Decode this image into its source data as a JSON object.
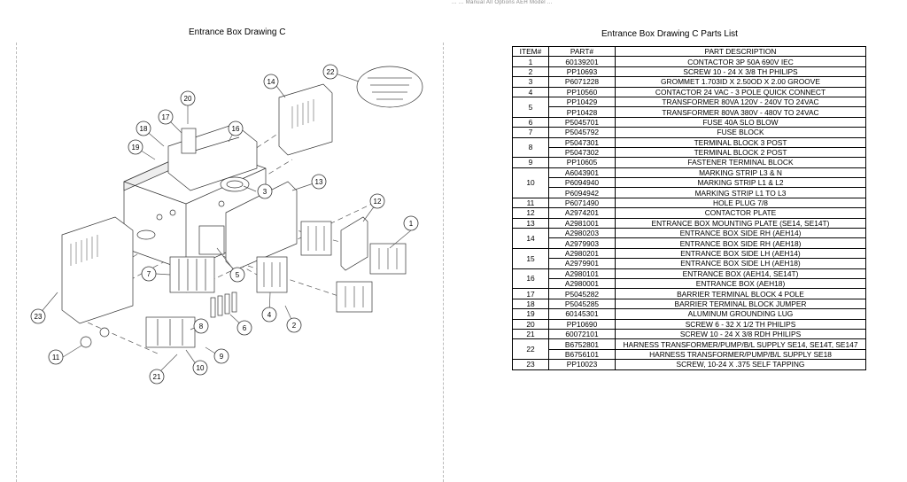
{
  "page": {
    "top_text": "... ... Manual All Options AEH Model ...",
    "drawing_title": "Entrance Box Drawing C",
    "parts_title": "Entrance Box Drawing C Parts List"
  },
  "balloons": [
    "1",
    "2",
    "3",
    "4",
    "5",
    "6",
    "7",
    "8",
    "9",
    "10",
    "11",
    "12",
    "13",
    "14",
    "16",
    "17",
    "18",
    "19",
    "20",
    "21",
    "22",
    "23"
  ],
  "table": {
    "headers": [
      "ITEM#",
      "PART#",
      "PART DESCRIPTION"
    ],
    "rows": [
      {
        "item": "1",
        "parts": [
          [
            "60139201",
            "CONTACTOR 3P 50A 690V IEC"
          ]
        ]
      },
      {
        "item": "2",
        "parts": [
          [
            "PP10693",
            "SCREW 10 - 24 X 3/8 TH PHILIPS"
          ]
        ]
      },
      {
        "item": "3",
        "parts": [
          [
            "P6071228",
            "GROMMET 1.703ID X 2.50OD X 2.00 GROOVE"
          ]
        ]
      },
      {
        "item": "4",
        "parts": [
          [
            "PP10560",
            "CONTACTOR 24 VAC - 3 POLE QUICK CONNECT"
          ]
        ]
      },
      {
        "item": "5",
        "parts": [
          [
            "PP10429",
            "TRANSFORMER 80VA 120V - 240V TO 24VAC"
          ],
          [
            "PP10428",
            "TRANSFORMER 80VA 380V - 480V TO 24VAC"
          ]
        ]
      },
      {
        "item": "6",
        "parts": [
          [
            "P5045701",
            "FUSE 40A SLO BLOW"
          ]
        ]
      },
      {
        "item": "7",
        "parts": [
          [
            "P5045792",
            "FUSE BLOCK"
          ]
        ]
      },
      {
        "item": "8",
        "parts": [
          [
            "P5047301",
            "TERMINAL BLOCK 3 POST"
          ],
          [
            "P5047302",
            "TERMINAL BLOCK 2 POST"
          ]
        ]
      },
      {
        "item": "9",
        "parts": [
          [
            "PP10605",
            "FASTENER TERMINAL BLOCK"
          ]
        ]
      },
      {
        "item": "10",
        "parts": [
          [
            "A6043901",
            "MARKING STRIP L3 & N"
          ],
          [
            "P6094940",
            "MARKING STRIP L1 & L2"
          ],
          [
            "P6094942",
            "MARKING STRIP L1 TO L3"
          ]
        ]
      },
      {
        "item": "11",
        "parts": [
          [
            "P6071490",
            "HOLE PLUG 7/8"
          ]
        ]
      },
      {
        "item": "12",
        "parts": [
          [
            "A2974201",
            "CONTACTOR PLATE"
          ]
        ]
      },
      {
        "item": "13",
        "parts": [
          [
            "A2981001",
            "ENTRANCE BOX MOUNTING PLATE (SE14, SE14T)"
          ]
        ]
      },
      {
        "item": "14",
        "parts": [
          [
            "A2980203",
            "ENTRANCE BOX SIDE RH (AEH14)"
          ],
          [
            "A2979903",
            "ENTRANCE BOX SIDE RH (AEH18)"
          ]
        ]
      },
      {
        "item": "15",
        "parts": [
          [
            "A2980201",
            "ENTRANCE BOX SIDE LH (AEH14)"
          ],
          [
            "A2979901",
            "ENTRANCE BOX SIDE LH (AEH18)"
          ]
        ]
      },
      {
        "item": "16",
        "parts": [
          [
            "A2980101",
            "ENTRANCE BOX (AEH14, SE14T)"
          ],
          [
            "A2980001",
            "ENTRANCE BOX (AEH18)"
          ]
        ]
      },
      {
        "item": "17",
        "parts": [
          [
            "P5045282",
            "BARRIER TERMINAL BLOCK 4 POLE"
          ]
        ]
      },
      {
        "item": "18",
        "parts": [
          [
            "P5045285",
            "BARRIER TERMINAL BLOCK JUMPER"
          ]
        ]
      },
      {
        "item": "19",
        "parts": [
          [
            "60145301",
            "ALUMINUM GROUNDING LUG"
          ]
        ]
      },
      {
        "item": "20",
        "parts": [
          [
            "PP10690",
            "SCREW 6 - 32 X 1/2 TH PHILIPS"
          ]
        ]
      },
      {
        "item": "21",
        "parts": [
          [
            "60072101",
            "SCREW 10 - 24 X 3/8 RDH PHILIPS"
          ]
        ]
      },
      {
        "item": "22",
        "parts": [
          [
            "B6752801",
            "HARNESS TRANSFORMER/PUMP/B/L SUPPLY SE14, SE14T, SE147"
          ],
          [
            "B6756101",
            "HARNESS TRANSFORMER/PUMP/B/L SUPPLY SE18"
          ]
        ]
      },
      {
        "item": "23",
        "parts": [
          [
            "PP10023",
            "SCREW, 10-24 X .375 SELF TAPPING"
          ]
        ]
      }
    ]
  }
}
